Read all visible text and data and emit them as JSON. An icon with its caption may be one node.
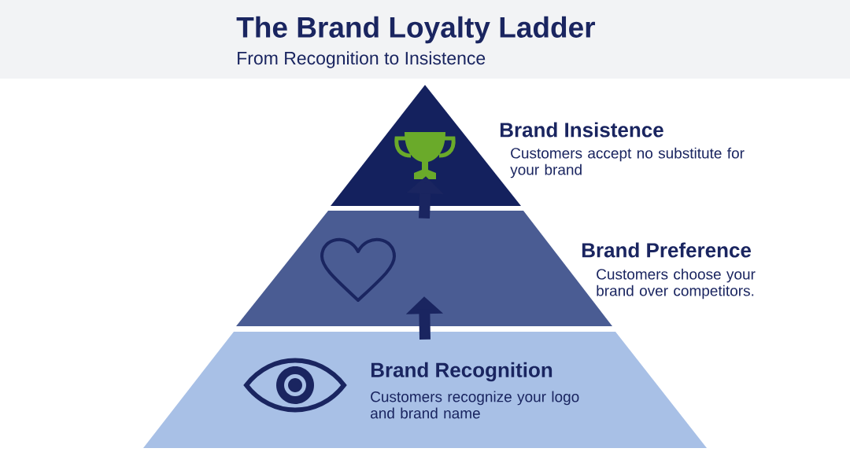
{
  "diagram": {
    "title": "The Brand Loyalty Ladder",
    "nodes": [
      {
        "text": [
          "Brand Insistence",
          "Customers accept no substitute for your brand"
        ]
      },
      {
        "text": [
          "Brand Preference",
          "Customers choose your brand over competitors."
        ]
      },
      {
        "text": [
          "Brand Recognition",
          "Customers recognize your logo and brand name"
        ]
      }
    ],
    "edges": [
      {
        "from": 2,
        "to": 1,
        "arrow": "to"
      },
      {
        "from": 1,
        "to": 0,
        "arrow": "to"
      }
    ],
    "labels": [
      "From Recognition to Insistence"
    ]
  }
}
